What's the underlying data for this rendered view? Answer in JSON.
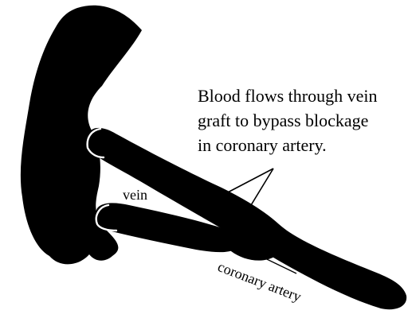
{
  "caption": {
    "lines": [
      "Blood flows through vein",
      "graft to bypass blockage",
      "in coronary artery."
    ]
  },
  "labels": {
    "vein": "vein",
    "coronary_artery": "coronary artery"
  },
  "colors": {
    "ink": "#000000",
    "background": "#ffffff",
    "outline": "#ffffff"
  }
}
